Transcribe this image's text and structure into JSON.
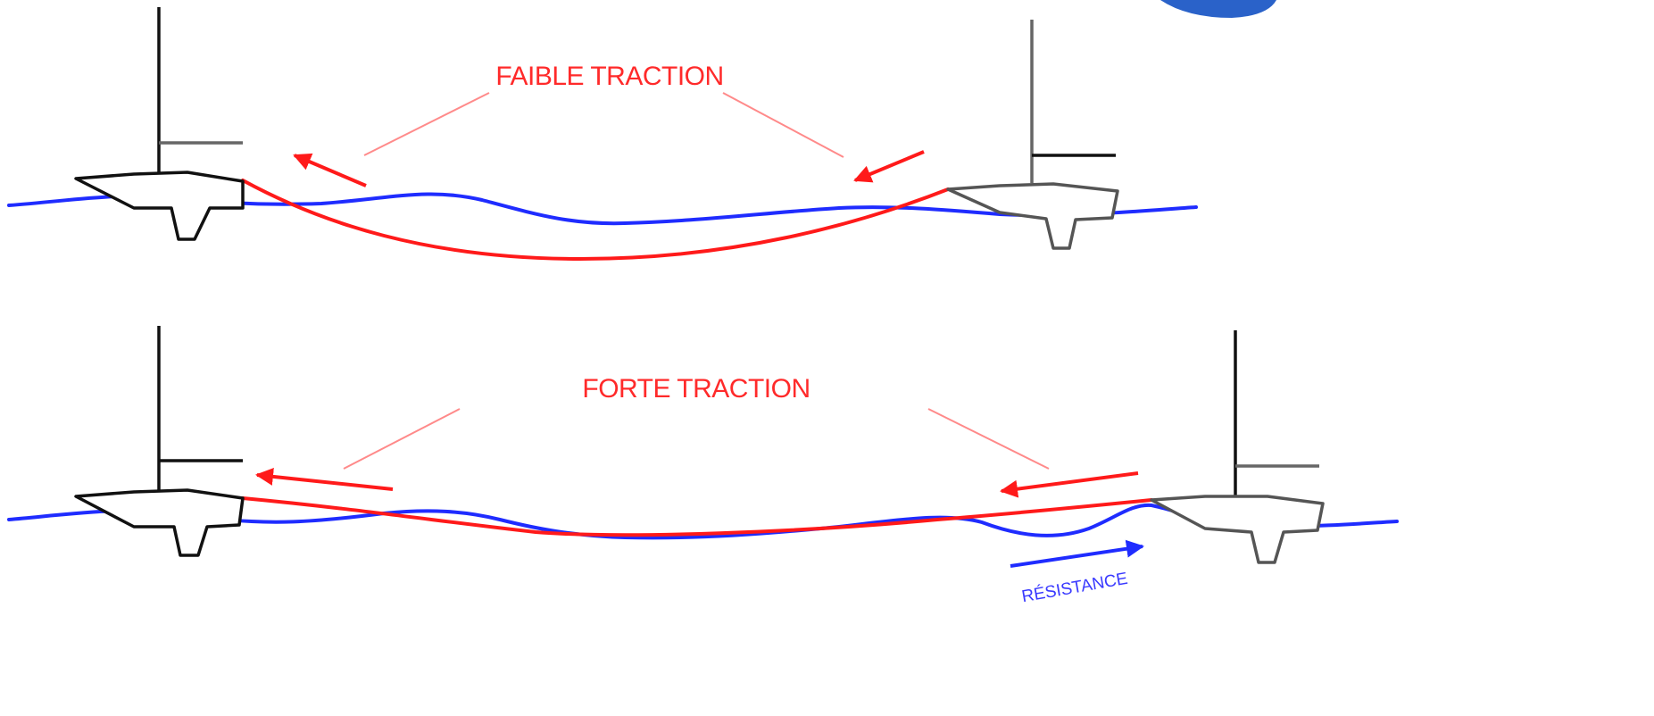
{
  "labels": {
    "weak_traction": "FAIBLE TRACTION",
    "strong_traction": "FORTE TRACTION",
    "resistance": "RÉSISTANCE"
  },
  "colors": {
    "water": "#1f2cff",
    "rope": "#ff1a1a",
    "label_red": "#ff2a2a",
    "label_blue": "#3a3aff",
    "logo_blue": "#2a62c9"
  }
}
